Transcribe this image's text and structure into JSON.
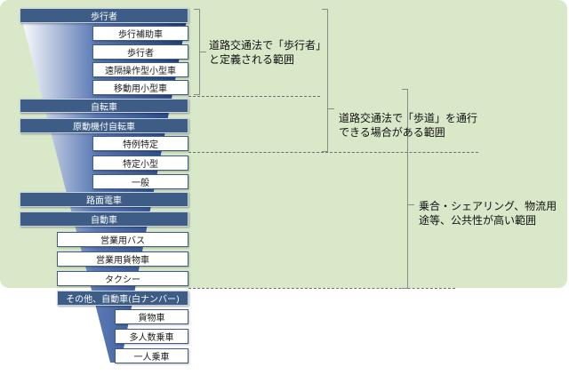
{
  "funnel_color": "#2e4f8f",
  "category_color": "#3d5c86",
  "region_color": "#d8e8c9",
  "categories": {
    "pedestrian": "歩行者",
    "bicycle": "自転車",
    "moped": "原動機付自転車",
    "tram": "路面電車",
    "car": "自動車",
    "other_car": "その他、自動車(白ナンバー)"
  },
  "items": {
    "walking_aid": "歩行補助車",
    "pedestrian_sub": "歩行者",
    "remote_small": "遠隔操作型小型車",
    "mobility_small": "移動用小型車",
    "special_specific": "特例特定",
    "specific_small": "特定小型",
    "general": "一般",
    "bus": "営業用バス",
    "truck": "営業用貨物車",
    "taxi": "タクシー",
    "cargo": "貨物車",
    "multi_passenger": "多人数乗車",
    "single_passenger": "一人乗車"
  },
  "labels": {
    "pedestrian_def": [
      "道路交通法で「歩行者」",
      "と定義される範囲"
    ],
    "sidewalk": [
      "道路交通法で「歩道」を通行",
      "できる場合がある範囲"
    ],
    "shared": [
      "乗合・シェアリング、物流用",
      "途等、公共性が高い範囲"
    ]
  }
}
